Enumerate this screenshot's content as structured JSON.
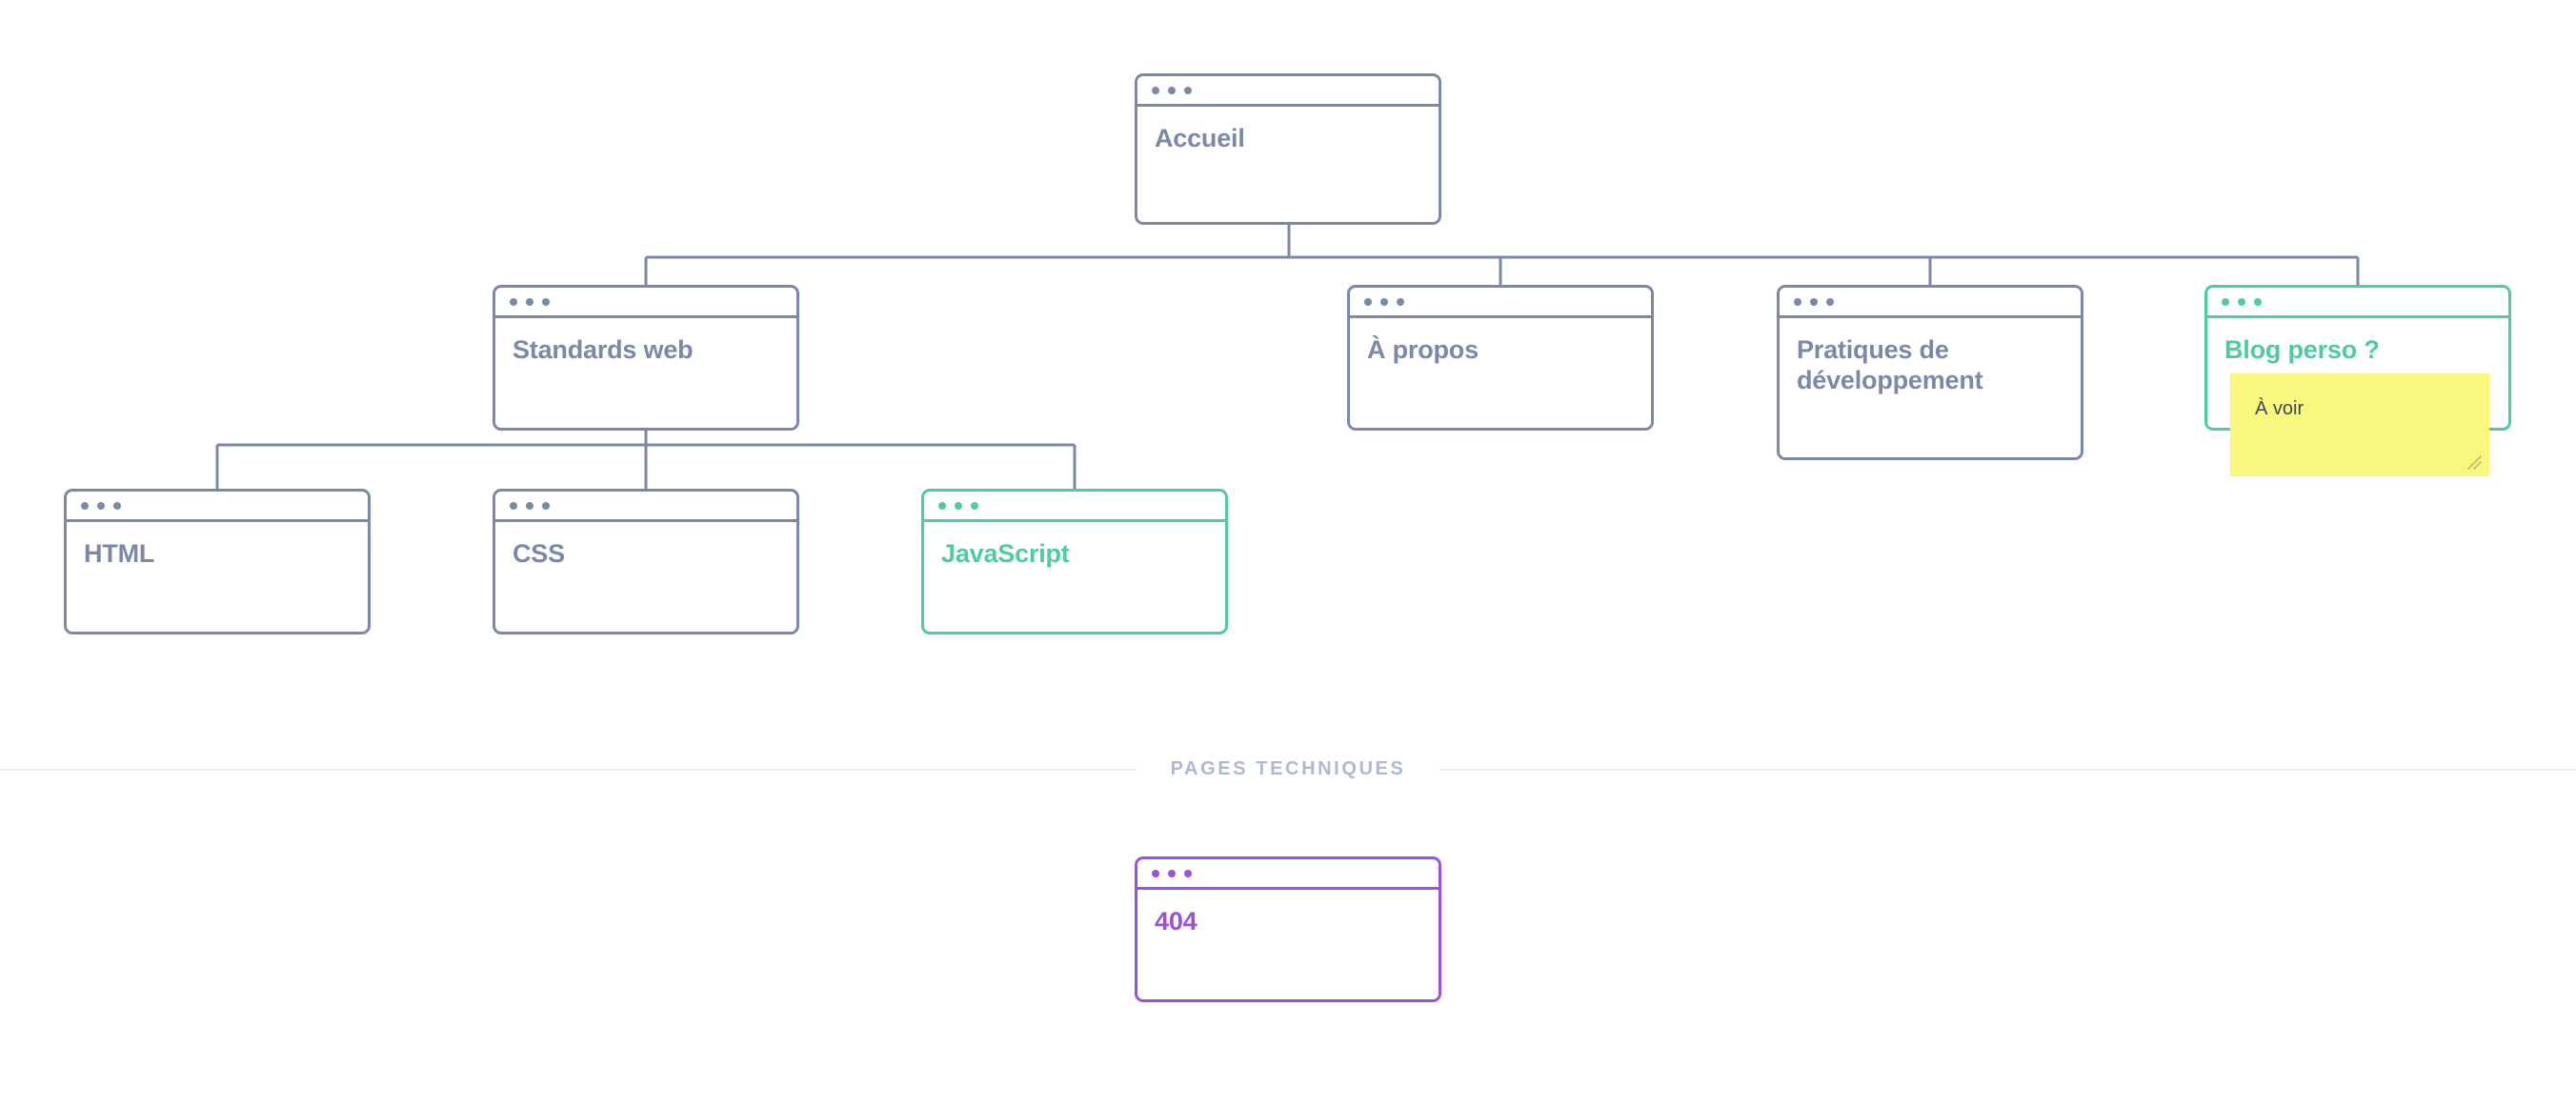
{
  "colors": {
    "slate": "#7c88a8",
    "teal": "#4ecca0",
    "purple": "#9b51e0",
    "sticky_yellow": "#f9f87e",
    "connector": "#7c88a8",
    "divider_rule": "#e8ecf7",
    "divider_text": "#aeb8d0",
    "background": "#ffffff"
  },
  "sitemap": {
    "root": {
      "label": "Accueil",
      "accent": "slate"
    },
    "level2": [
      {
        "label": "Standards web",
        "accent": "slate"
      },
      {
        "label": "À propos",
        "accent": "slate"
      },
      {
        "label": "Pratiques de\ndéveloppement",
        "accent": "slate"
      },
      {
        "label": "Blog perso ?",
        "accent": "teal"
      }
    ],
    "level3": [
      {
        "label": "HTML",
        "accent": "slate"
      },
      {
        "label": "CSS",
        "accent": "slate"
      },
      {
        "label": "JavaScript",
        "accent": "teal"
      }
    ]
  },
  "sticky_note": {
    "text": "À voir"
  },
  "section_divider": {
    "label": "PAGES TECHNIQUES"
  },
  "technical_pages": [
    {
      "label": "404",
      "accent": "purple"
    }
  ]
}
